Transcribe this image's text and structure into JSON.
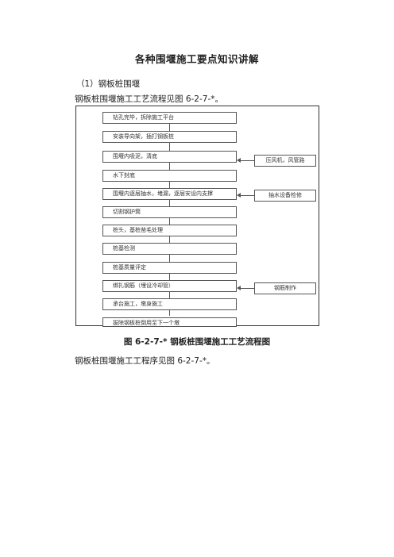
{
  "doc": {
    "title": "各种围堰施工要点知识讲解",
    "heading": "（1）钢板桩围堰",
    "intro": "钢板桩围堰施工工艺流程见图 6-2-7-*。",
    "outro": "钢板桩围堰施工工程序见图 6-2-7-*。"
  },
  "flowchart": {
    "steps": [
      "钻孔完毕，拆除施工平台",
      "安装导向架，插打钢板桩",
      "围堰内吸泥，清底",
      "水下封底",
      "围堰内逐层抽水，堵漏，逐层安设内支撑",
      "切割钢护筒",
      "桩头，基桩凿毛处理",
      "桩基检测",
      "桩基质量评定",
      "绑扎钢筋（埋设冷却管）",
      "承台施工，墩身施工",
      "拔除钢板桩倒用至下一个墩"
    ],
    "side_inputs": [
      "压风机，风管路",
      "抽水设备检修",
      "钢筋制作"
    ],
    "caption": "图 6-2-7-*    钢板桩围堰施工工艺流程图"
  }
}
